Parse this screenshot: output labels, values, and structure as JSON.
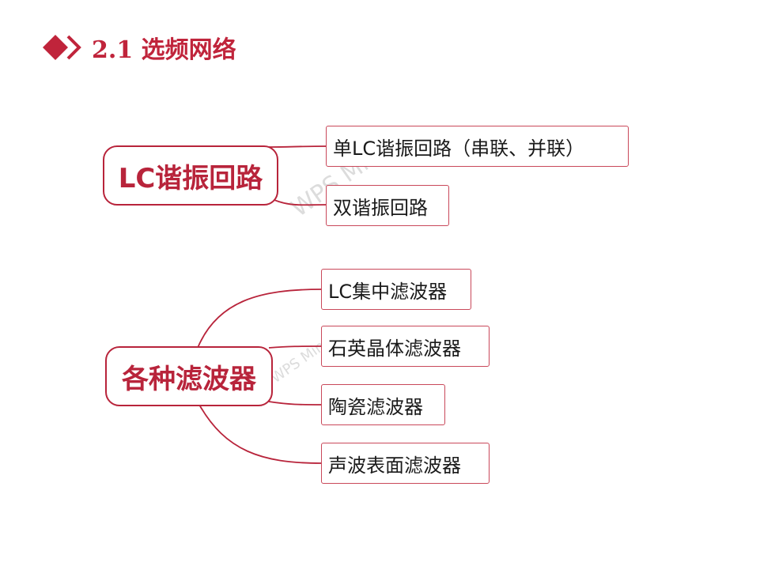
{
  "header": {
    "title": "2.1  选频网络",
    "accent_color": "#c0243b",
    "icon": "diamond-arrow-icon"
  },
  "mindmap": {
    "branch_color": "#b8243b",
    "groups": [
      {
        "root": "LC谐振回路",
        "children": [
          "单LC谐振回路（串联、并联）",
          "双谐振回路"
        ]
      },
      {
        "root": "各种滤波器",
        "children": [
          "LC集中滤波器",
          "石英晶体滤波器",
          "陶瓷滤波器",
          "声波表面滤波器"
        ]
      }
    ]
  },
  "watermark": {
    "text": "WPS Mind"
  }
}
